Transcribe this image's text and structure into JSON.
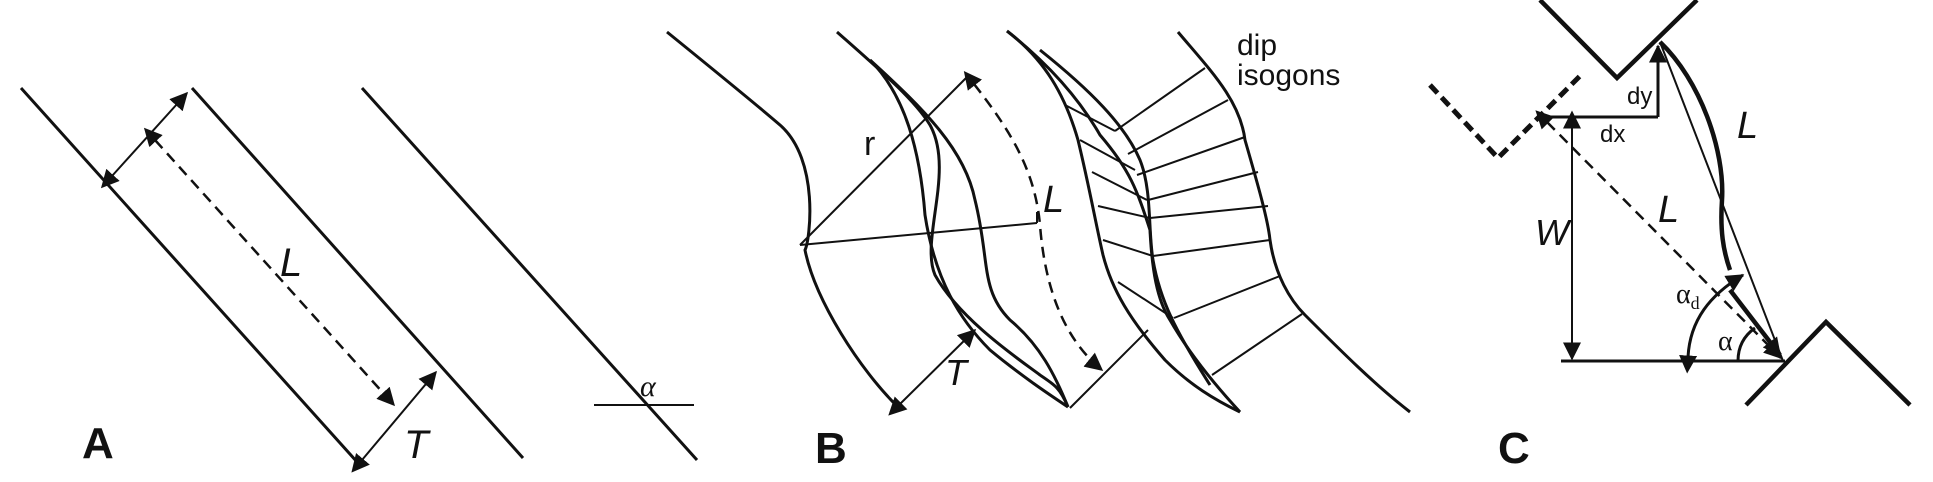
{
  "figure": {
    "panels": [
      {
        "id": "A",
        "label": "A",
        "annotations": {
          "length": "L",
          "thickness": "T",
          "angle": "α"
        }
      },
      {
        "id": "B",
        "label": "B",
        "annotations": {
          "radius": "r",
          "length": "L",
          "thickness": "T",
          "isogon_label_line1": "dip",
          "isogon_label_line2": "isogons"
        }
      },
      {
        "id": "C",
        "label": "C",
        "annotations": {
          "dy": "dy",
          "dx": "dx",
          "length_curve": "L",
          "length_chord": "L",
          "width": "W",
          "alpha_d": "α",
          "alpha_d_subscript": "d",
          "alpha": "α"
        }
      }
    ]
  }
}
